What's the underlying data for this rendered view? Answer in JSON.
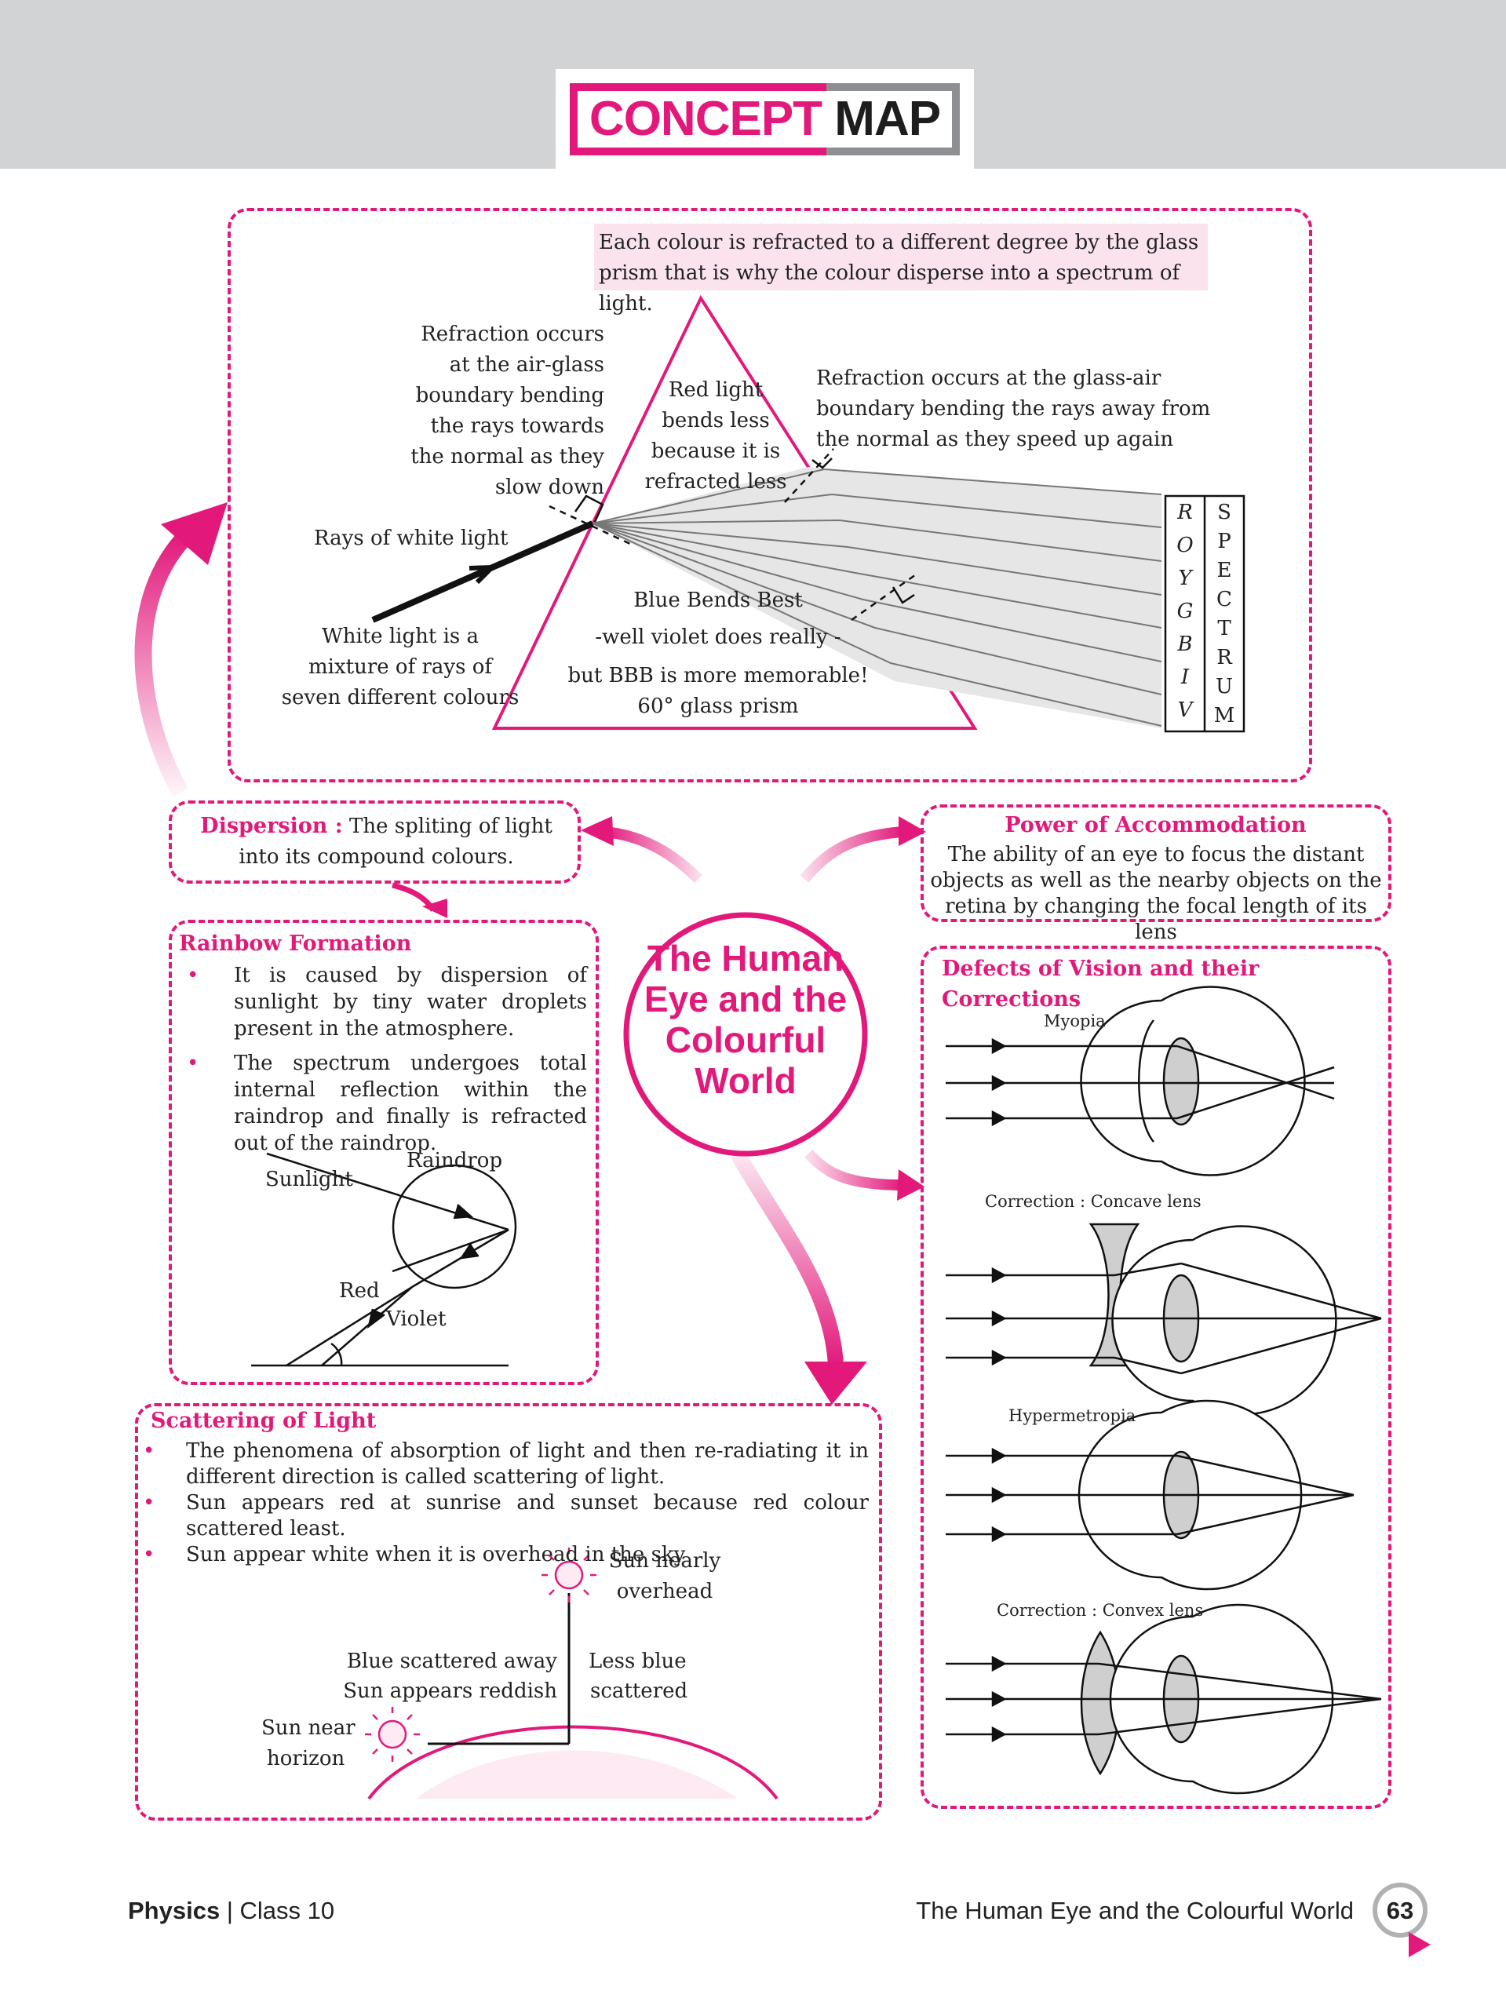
{
  "header": {
    "title_part1": "CONCEPT",
    "title_part2": "MAP"
  },
  "prism": {
    "note": "Each colour is refracted to a different degree by the glass prism that is why the colour disperse into a spectrum of light.",
    "refraction_air_glass": "Refraction occurs at the air-glass boundary bending the rays towards the normal as they slow down",
    "red_light": "Red light bends less because it is refracted less",
    "refraction_glass_air": "Refraction occurs at the glass-air boundary bending the rays away from the normal as they speed up again",
    "rays_label": "Rays of white light",
    "white_light": "White light is a mixture of rays of seven different colours",
    "bbb_line1": "Blue Bends Best",
    "bbb_line2": "-well violet does really -",
    "bbb_line3": "but BBB is more memorable!",
    "prism_label": "60° glass prism",
    "vibgyor": [
      "R",
      "O",
      "Y",
      "G",
      "B",
      "I",
      "V"
    ],
    "spectrum": [
      "S",
      "P",
      "E",
      "C",
      "T",
      "R",
      "U",
      "M"
    ]
  },
  "center": {
    "title": "The Human Eye and the Colourful World"
  },
  "dispersion": {
    "label": "Dispersion :",
    "text": "The spliting of light into its compound colours."
  },
  "rainbow": {
    "title": "Rainbow Formation",
    "bullets": [
      "It is caused by dispersion of sunlight by tiny water droplets present in the atmosphere.",
      "The spectrum undergoes total internal reflection within the raindrop and finally is refracted out of the raindrop."
    ],
    "labels": {
      "raindrop": "Raindrop",
      "sunlight": "Sunlight",
      "red": "Red",
      "violet": "Violet"
    }
  },
  "accommodation": {
    "title": "Power of Accommodation",
    "text": "The ability of an eye to focus the distant objects as well as the nearby objects on the retina by changing the focal length of its lens"
  },
  "defects": {
    "title": "Defects of Vision and their Corrections",
    "myopia": "Myopia",
    "concave": "Correction : Concave lens",
    "hypermetropia": "Hypermetropia",
    "convex": "Correction : Convex lens"
  },
  "scattering": {
    "title": "Scattering of Light",
    "bullets": [
      "The phenomena of absorption of light and then re-radiating it in different direction is called scattering of light.",
      "Sun appears red at sunrise and sunset because red colour scattered least.",
      "Sun appear white when it is overhead in the sky"
    ],
    "sun_overhead": "Sun nearly overhead",
    "blue_scattered": "Blue scattered away",
    "sun_reddish": "Sun appears reddish",
    "less_blue": "Less blue",
    "scattered": "scattered",
    "sun_near": "Sun near",
    "horizon": "horizon"
  },
  "footer": {
    "subject": "Physics",
    "separator": "|",
    "class": "Class 10",
    "chapter": "The Human Eye and the Colourful World",
    "page": "63"
  }
}
